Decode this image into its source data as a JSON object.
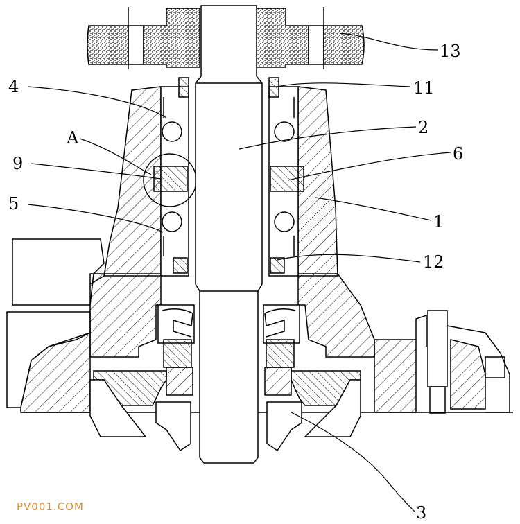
{
  "labels": {
    "l13": "13",
    "l11": "11",
    "l4": "4",
    "l2": "2",
    "lA": "A",
    "l6": "6",
    "l9": "9",
    "l5": "5",
    "l1": "1",
    "l12": "12",
    "l3": "3"
  },
  "watermark": "PV001.COM"
}
